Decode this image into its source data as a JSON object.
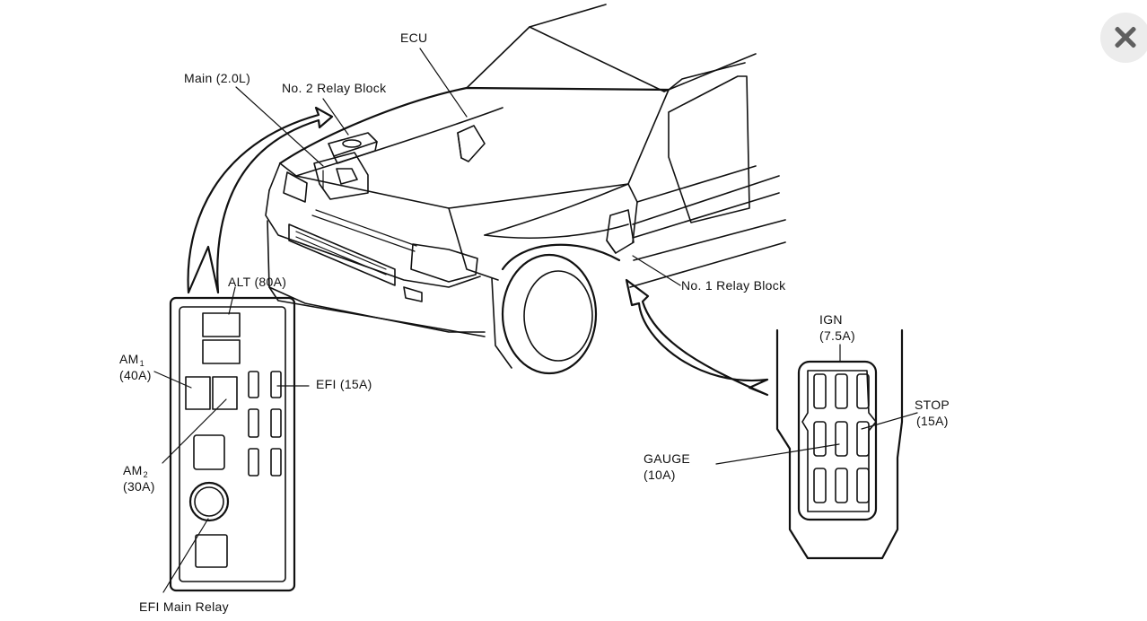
{
  "labels": {
    "ecu": "ECU",
    "main": "Main (2.0L)",
    "relay_block_2": "No. 2 Relay Block",
    "relay_block_1": "No. 1 Relay Block",
    "alt": "ALT (80A)",
    "am1_name": "AM",
    "am1_sub": "1",
    "am1_rating": "(40A)",
    "am2_name": "AM",
    "am2_sub": "2",
    "am2_rating": "(30A)",
    "efi": "EFI (15A)",
    "efi_main_relay": "EFI Main Relay",
    "ign_name": "IGN",
    "ign_rating": "(7.5A)",
    "stop_name": "STOP",
    "stop_rating": "(15A)",
    "gauge_name": "GAUGE",
    "gauge_rating": "(10A)"
  },
  "close_icon": "close-icon"
}
